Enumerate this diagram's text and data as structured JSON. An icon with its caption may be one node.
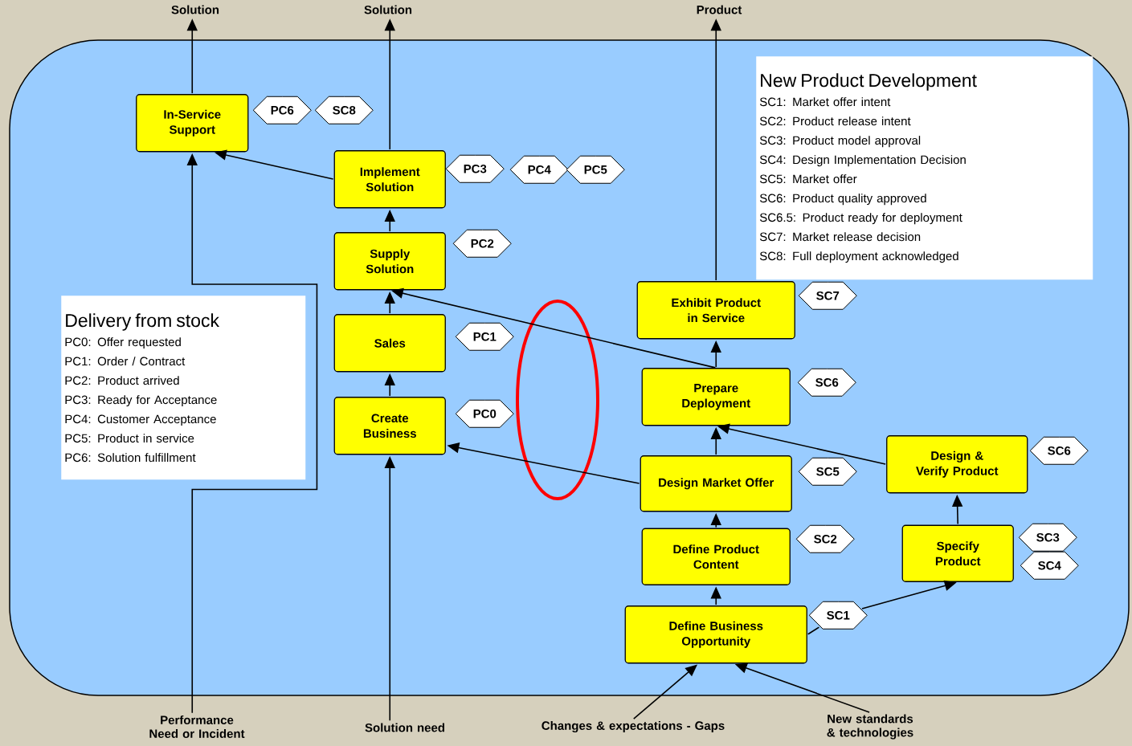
{
  "diagram": {
    "nodes": [
      {
        "text": [],
        "shape": "box"
      },
      {
        "text": [
          "Solution"
        ]
      },
      {
        "text": [
          "Solution"
        ]
      },
      {
        "text": [
          "Product"
        ]
      },
      {
        "text": [
          "In-Service Support"
        ],
        "in": 0
      },
      {
        "text": [
          "PC6"
        ],
        "in": 0
      },
      {
        "text": [
          "SC8"
        ],
        "in": 0
      },
      {
        "text": [
          "Implement Solution"
        ],
        "in": 0
      },
      {
        "text": [
          "PC3"
        ],
        "in": 0
      },
      {
        "text": [
          "PC4"
        ],
        "in": 0
      },
      {
        "text": [
          "PC5"
        ],
        "in": 0
      },
      {
        "text": [
          "New Product Development",
          "SC1: Market offer intent",
          "SC2: Product release intent",
          "SC3: Product model approval",
          "SC4: Design Implementation Decision",
          "SC5: Market offer",
          "SC6: Product quality approved",
          "SC6.5: Product ready for deployment",
          "SC7: Market release decision",
          "SC8: Full deployment acknowledged"
        ],
        "in": 0
      },
      {
        "text": [
          "Supply Solution"
        ],
        "in": 0
      },
      {
        "text": [
          "PC2"
        ],
        "in": 0
      },
      {
        "text": [
          "Exhibit Product in Service"
        ],
        "in": 0
      },
      {
        "text": [
          "SC7"
        ],
        "in": 0
      },
      {
        "text": [
          "Delivery from stock",
          "PC0: Offer requested",
          "PC1: Order / Contract",
          "PC2: Product arrived",
          "PC3: Ready for Acceptance",
          "PC4: Customer Acceptance",
          "PC5: Product in service",
          "PC6: Solution fulfillment"
        ],
        "in": 0
      },
      {
        "text": [
          "Sales"
        ],
        "in": 0
      },
      {
        "text": [
          "PC1"
        ],
        "in": 0
      },
      {
        "text": [
          "Prepare Deployment"
        ],
        "in": 0
      },
      {
        "text": [
          "SC6"
        ],
        "in": 0
      },
      {
        "text": [
          "Create Business"
        ],
        "in": 0
      },
      {
        "text": [
          "PC0"
        ],
        "in": 0
      },
      {
        "text": [
          "Design & Verify Product"
        ],
        "in": 0
      },
      {
        "text": [
          "SC6"
        ],
        "in": 0
      },
      {
        "text": [
          "Design Market Offer"
        ],
        "in": 0
      },
      {
        "text": [
          "SC5"
        ],
        "in": 0
      },
      {
        "text": [
          "Define Product Content"
        ],
        "in": 0
      },
      {
        "text": [
          "SC2"
        ],
        "in": 0
      },
      {
        "text": [
          "Specify Product"
        ],
        "in": 0
      },
      {
        "text": [
          "SC3"
        ],
        "in": 0
      },
      {
        "text": [
          "SC4"
        ],
        "in": 0
      },
      {
        "text": [
          "Define Business Opportunity"
        ],
        "in": 0
      },
      {
        "text": [
          "SC1"
        ],
        "in": 0
      },
      {
        "text": [
          "Performance Need or Incident"
        ]
      },
      {
        "text": [
          "Solution need"
        ]
      },
      {
        "text": [
          "Changes & expectations - Gaps"
        ]
      },
      {
        "text": [
          "New standards & technologies"
        ]
      }
    ],
    "edges": [
      {
        "from": 34,
        "to": 4,
        "arrow": "to"
      },
      {
        "from": 4,
        "to": 1,
        "arrow": "to"
      },
      {
        "from": 7,
        "to": 4,
        "arrow": "to"
      },
      {
        "from": 7,
        "to": 2,
        "arrow": "to"
      },
      {
        "from": 12,
        "to": 7,
        "arrow": "to"
      },
      {
        "from": 17,
        "to": 12,
        "arrow": "to"
      },
      {
        "from": 21,
        "to": 17,
        "arrow": "to"
      },
      {
        "from": 35,
        "to": 21,
        "arrow": "to"
      },
      {
        "from": 25,
        "to": 21,
        "arrow": "to"
      },
      {
        "from": 19,
        "to": 12,
        "arrow": "to"
      },
      {
        "from": 19,
        "to": 14,
        "arrow": "to"
      },
      {
        "from": 14,
        "to": 3,
        "arrow": "to"
      },
      {
        "from": 25,
        "to": 19,
        "arrow": "to"
      },
      {
        "from": 23,
        "to": 19,
        "arrow": "to"
      },
      {
        "from": 29,
        "to": 23,
        "arrow": "to"
      },
      {
        "from": 27,
        "to": 25,
        "arrow": "to"
      },
      {
        "from": 32,
        "to": 27,
        "arrow": "to"
      },
      {
        "from": 32,
        "to": 33,
        "arrow": "none"
      },
      {
        "from": 33,
        "to": 29,
        "arrow": "to"
      },
      {
        "from": 36,
        "to": 32,
        "arrow": "to"
      },
      {
        "from": 37,
        "to": 32,
        "arrow": "to"
      }
    ]
  }
}
